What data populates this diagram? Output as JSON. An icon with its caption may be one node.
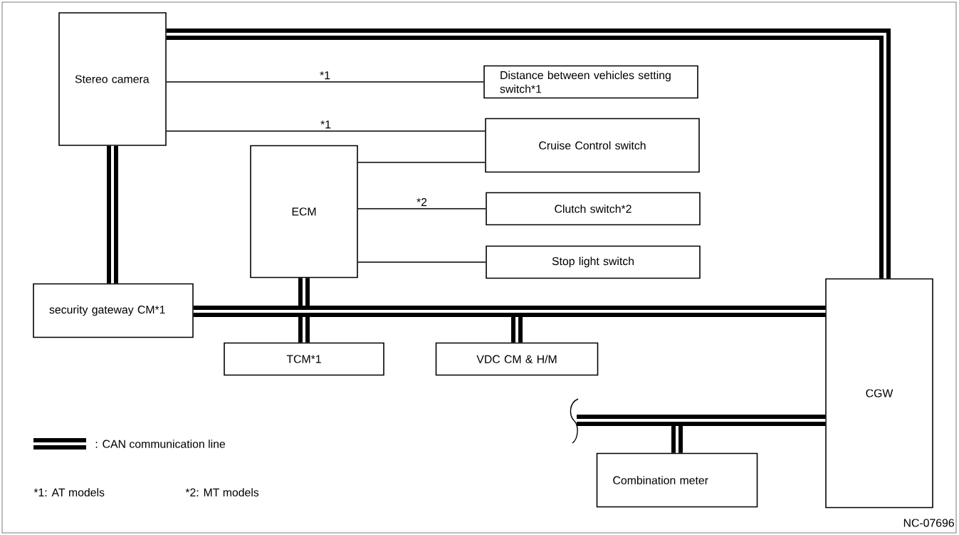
{
  "diagram": {
    "nodes": [
      {
        "text": [
          "Stereo camera"
        ]
      },
      {
        "text": [
          "Distance between vehicles setting switch*1"
        ]
      },
      {
        "text": [
          "Cruise Control switch"
        ]
      },
      {
        "text": [
          "ECM"
        ]
      },
      {
        "text": [
          "Clutch switch*2"
        ]
      },
      {
        "text": [
          "Stop light switch"
        ]
      },
      {
        "text": [
          "security gateway CM*1"
        ]
      },
      {
        "text": [
          "TCM*1"
        ]
      },
      {
        "text": [
          "VDC CM & H/M"
        ]
      },
      {
        "text": [
          "CGW"
        ]
      },
      {
        "text": [
          "Combination meter"
        ]
      }
    ],
    "edges": [
      {
        "from": 0,
        "to": 1,
        "arrow": "none",
        "label": "*1"
      },
      {
        "from": 0,
        "to": 2,
        "arrow": "none",
        "label": "*1"
      },
      {
        "from": 3,
        "to": 2,
        "arrow": "none"
      },
      {
        "from": 3,
        "to": 4,
        "arrow": "none",
        "label": "*2"
      },
      {
        "from": 3,
        "to": 5,
        "arrow": "none"
      },
      {
        "from": 0,
        "to": 9,
        "arrow": "none"
      },
      {
        "from": 0,
        "to": 6,
        "arrow": "none"
      },
      {
        "from": 3,
        "to": 9,
        "arrow": "none"
      },
      {
        "from": 7,
        "to": 9,
        "arrow": "none"
      },
      {
        "from": 8,
        "to": 9,
        "arrow": "none"
      },
      {
        "from": 6,
        "to": 9,
        "arrow": "none"
      },
      {
        "from": 10,
        "to": 9,
        "arrow": "none"
      },
      {
        "from": 9,
        "to": null,
        "arrow": "none"
      }
    ],
    "labels": [
      "*1: AT models",
      "*2: MT models",
      "NC-07696"
    ],
    "legend": [
      {
        "text": ": CAN communication line"
      }
    ]
  }
}
